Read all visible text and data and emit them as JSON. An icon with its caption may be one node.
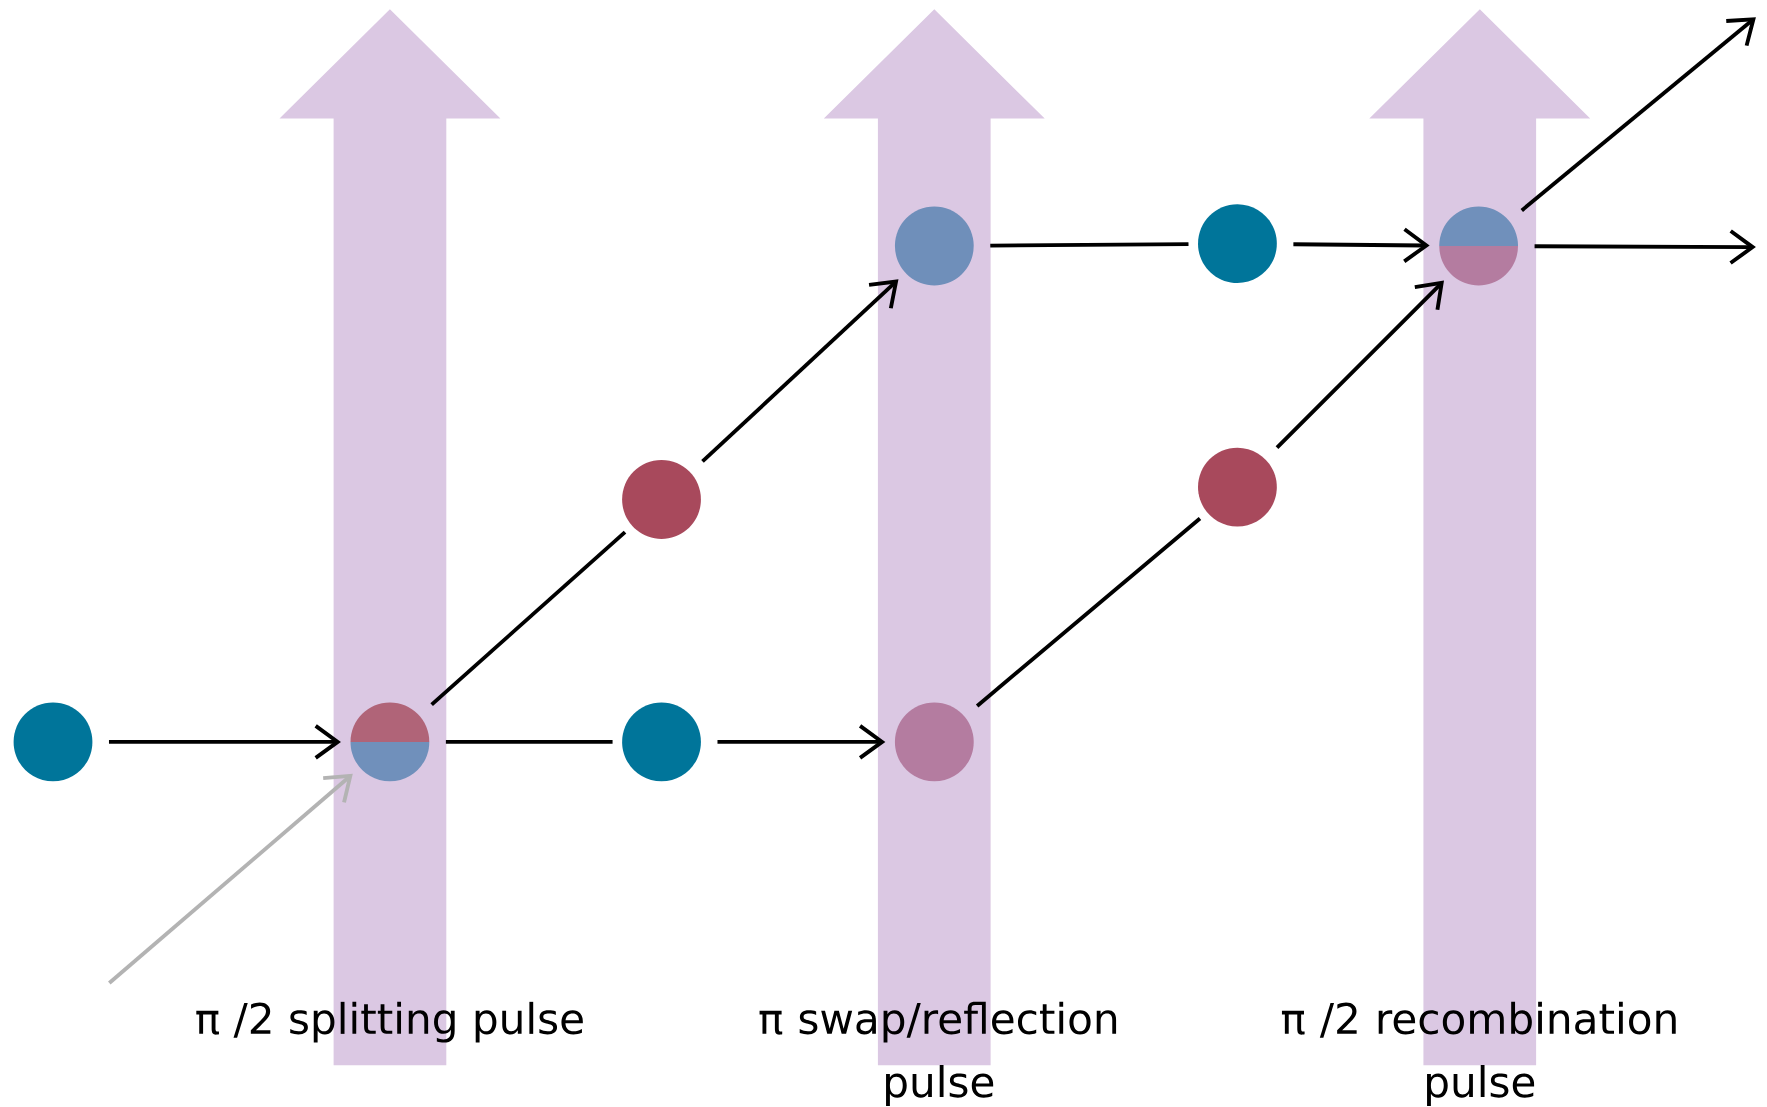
{
  "diagram": {
    "nodes": [
      {
        "text": [],
        "shape": "circle"
      },
      {
        "text": [],
        "shape": "circle"
      },
      {
        "text": [],
        "shape": "circle"
      },
      {
        "text": [],
        "shape": "circle"
      },
      {
        "text": [],
        "shape": "circle"
      },
      {
        "text": [],
        "shape": "circle"
      },
      {
        "text": [],
        "shape": "circle"
      },
      {
        "text": [],
        "shape": "circle"
      },
      {
        "text": [],
        "shape": "circle"
      }
    ],
    "edges": [
      {
        "from": 0,
        "to": 1,
        "arrow": "to"
      },
      {
        "from": null,
        "to": 1,
        "arrow": "to",
        "color": "#b3b3b3"
      },
      {
        "from": 1,
        "to": 2,
        "arrow": "none"
      },
      {
        "from": 2,
        "to": 4,
        "arrow": "to"
      },
      {
        "from": 1,
        "to": 3,
        "arrow": "none"
      },
      {
        "from": 3,
        "to": 5,
        "arrow": "to"
      },
      {
        "from": 4,
        "to": 6,
        "arrow": "none"
      },
      {
        "from": 6,
        "to": 8,
        "arrow": "to"
      },
      {
        "from": 5,
        "to": 7,
        "arrow": "none"
      },
      {
        "from": 7,
        "to": 8,
        "arrow": "to"
      },
      {
        "from": 8,
        "to": null,
        "arrow": "to"
      },
      {
        "from": 8,
        "to": null,
        "arrow": "to"
      }
    ],
    "labels": [
      "π /2 splitting pulse",
      "π  swap/reflection pulse",
      "π /2 recombination pulse"
    ]
  }
}
